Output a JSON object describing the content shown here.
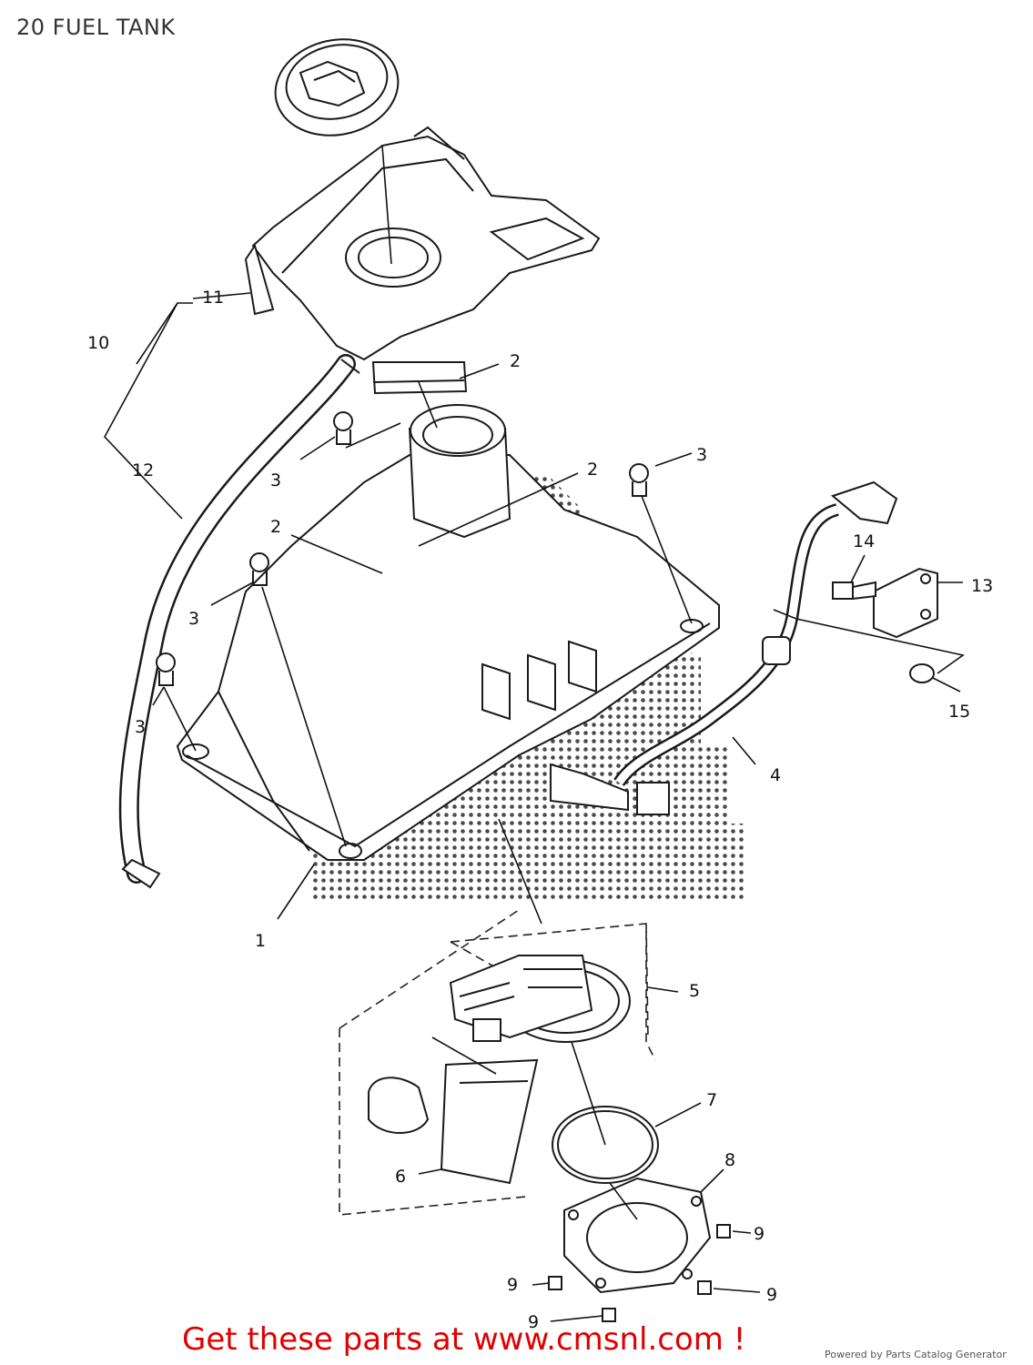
{
  "header": {
    "title": "20 FUEL TANK"
  },
  "callouts": [
    {
      "id": "c1",
      "text": "1"
    },
    {
      "id": "c2a",
      "text": "2"
    },
    {
      "id": "c2b",
      "text": "2"
    },
    {
      "id": "c2c",
      "text": "2"
    },
    {
      "id": "c3a",
      "text": "3"
    },
    {
      "id": "c3b",
      "text": "3"
    },
    {
      "id": "c3c",
      "text": "3"
    },
    {
      "id": "c3d",
      "text": "3"
    },
    {
      "id": "c4",
      "text": "4"
    },
    {
      "id": "c5",
      "text": "5"
    },
    {
      "id": "c6",
      "text": "6"
    },
    {
      "id": "c7",
      "text": "7"
    },
    {
      "id": "c8",
      "text": "8"
    },
    {
      "id": "c9a",
      "text": "9"
    },
    {
      "id": "c9b",
      "text": "9"
    },
    {
      "id": "c9c",
      "text": "9"
    },
    {
      "id": "c9d",
      "text": "9"
    },
    {
      "id": "c10",
      "text": "10"
    },
    {
      "id": "c11",
      "text": "11"
    },
    {
      "id": "c12",
      "text": "12"
    },
    {
      "id": "c13",
      "text": "13"
    },
    {
      "id": "c14",
      "text": "14"
    },
    {
      "id": "c15",
      "text": "15"
    }
  ],
  "footer": {
    "link_text": "Get these parts at www.cmsnl.com !",
    "powered_by": "Powered by Parts Catalog Generator",
    "link_color": "#e00000"
  }
}
